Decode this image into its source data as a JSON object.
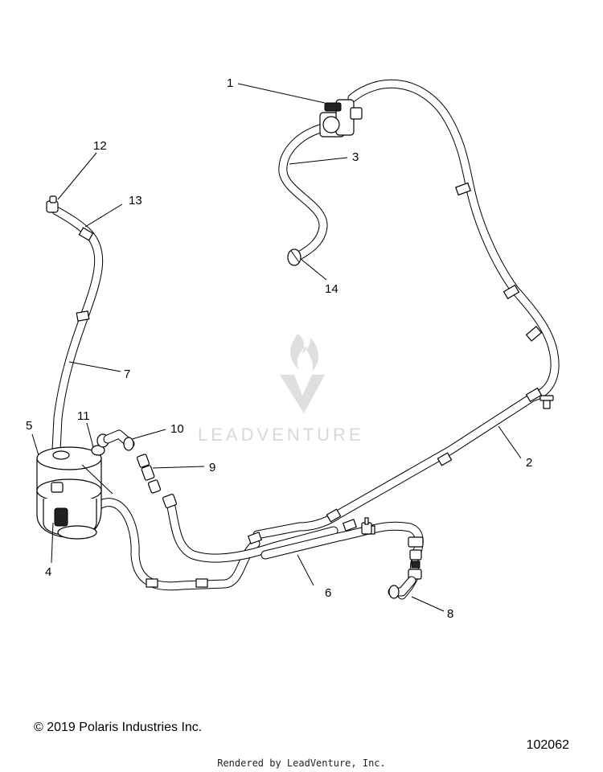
{
  "watermark": {
    "text": "LEADVENTURE"
  },
  "callouts": [
    {
      "id": "1",
      "label": "1"
    },
    {
      "id": "2",
      "label": "2"
    },
    {
      "id": "3",
      "label": "3"
    },
    {
      "id": "4",
      "label": "4"
    },
    {
      "id": "5",
      "label": "5"
    },
    {
      "id": "6",
      "label": "6"
    },
    {
      "id": "7",
      "label": "7"
    },
    {
      "id": "8",
      "label": "8"
    },
    {
      "id": "9",
      "label": "9"
    },
    {
      "id": "10",
      "label": "10"
    },
    {
      "id": "11",
      "label": "11"
    },
    {
      "id": "12",
      "label": "12"
    },
    {
      "id": "13",
      "label": "13"
    },
    {
      "id": "14",
      "label": "14"
    }
  ],
  "footer": {
    "copyright": "© 2019 Polaris Industries Inc.",
    "diagram_number": "102062",
    "rendered_by": "Rendered by LeadVenture, Inc."
  },
  "colors": {
    "line": "#000000",
    "watermark": "#d4d4d4",
    "background": "#ffffff"
  }
}
